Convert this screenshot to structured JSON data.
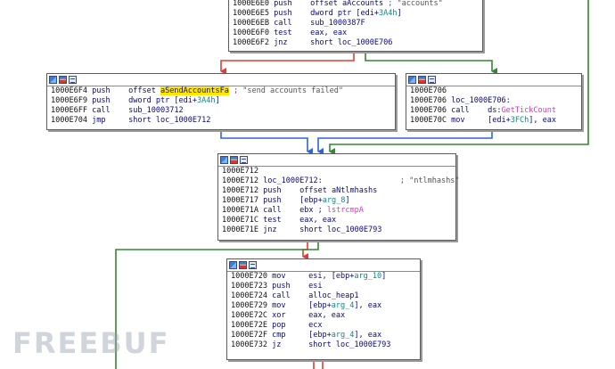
{
  "colors": {
    "edge_false": "#e53935",
    "edge_true": "#2e8b2e",
    "edge_flow": "#2f63d8",
    "edge_back": "#2e8b2e",
    "mnemonic": "#0a0a80",
    "number": "#0a8a8a",
    "api": "#e030c8",
    "highlight": "#ffe800"
  },
  "watermark": "FREEBUF",
  "blocks": [
    {
      "id": "top",
      "has_toolbar": false,
      "lines": [
        {
          "addr": "1000E6E0",
          "mn": "push",
          "op": [
            {
              "t": "offset aAccounts"
            }
          ],
          "cm": " ; \"accounts\""
        },
        {
          "addr": "1000E6E5",
          "mn": "push",
          "op": [
            {
              "t": "dword ptr [edi+"
            },
            {
              "t": "3A4h",
              "c": "num"
            },
            {
              "t": "]"
            }
          ]
        },
        {
          "addr": "1000E6EB",
          "mn": "call",
          "op": [
            {
              "t": "sub_1000387F"
            }
          ]
        },
        {
          "addr": "1000E6F0",
          "mn": "test",
          "op": [
            {
              "t": "eax, eax"
            }
          ]
        },
        {
          "addr": "1000E6F2",
          "mn": "jnz",
          "op": [
            {
              "t": "short loc_1000E706"
            }
          ]
        }
      ]
    },
    {
      "id": "fail",
      "has_toolbar": true,
      "lines": [
        {
          "addr": "1000E6F4",
          "mn": "push",
          "op": [
            {
              "t": "offset "
            },
            {
              "t": "aSendAccountsFa",
              "c": "hl"
            }
          ],
          "cm": " ; \"send accounts failed\""
        },
        {
          "addr": "1000E6F9",
          "mn": "push",
          "op": [
            {
              "t": "dword ptr [edi+"
            },
            {
              "t": "3A4h",
              "c": "num"
            },
            {
              "t": "]"
            }
          ]
        },
        {
          "addr": "1000E6FF",
          "mn": "call",
          "op": [
            {
              "t": "sub_10003712"
            }
          ]
        },
        {
          "addr": "1000E704",
          "mn": "jmp",
          "op": [
            {
              "t": "short loc_1000E712"
            }
          ]
        }
      ]
    },
    {
      "id": "tick",
      "has_toolbar": true,
      "lines": [
        {
          "addr": "1000E706",
          "mn": "",
          "op": []
        },
        {
          "addr": "1000E706",
          "mn": "",
          "op": [
            {
              "t": "loc_1000E706:"
            }
          ],
          "raw": true
        },
        {
          "addr": "1000E706",
          "mn": "call",
          "op": [
            {
              "t": "ds:"
            },
            {
              "t": "GetTickCount",
              "c": "fn"
            }
          ]
        },
        {
          "addr": "1000E70C",
          "mn": "mov",
          "op": [
            {
              "t": "[edi+"
            },
            {
              "t": "3FCh",
              "c": "num"
            },
            {
              "t": "], eax"
            }
          ]
        }
      ]
    },
    {
      "id": "ntlm",
      "has_toolbar": true,
      "lines": [
        {
          "addr": "1000E712",
          "mn": "",
          "op": []
        },
        {
          "addr": "1000E712",
          "mn": "",
          "op": [
            {
              "t": "loc_1000E712:"
            }
          ],
          "raw": true,
          "cm": "                 ; \"ntlmhashs\""
        },
        {
          "addr": "1000E712",
          "mn": "push",
          "op": [
            {
              "t": "offset aNtlmhashs"
            }
          ]
        },
        {
          "addr": "1000E717",
          "mn": "push",
          "op": [
            {
              "t": "[ebp+"
            },
            {
              "t": "arg_8",
              "c": "num"
            },
            {
              "t": "]"
            }
          ]
        },
        {
          "addr": "1000E71A",
          "mn": "call",
          "op": [
            {
              "t": "ebx ; "
            },
            {
              "t": "lstrcmpA",
              "c": "fn"
            }
          ]
        },
        {
          "addr": "1000E71C",
          "mn": "test",
          "op": [
            {
              "t": "eax, eax"
            }
          ]
        },
        {
          "addr": "1000E71E",
          "mn": "jnz",
          "op": [
            {
              "t": "short loc_1000E793"
            }
          ]
        }
      ]
    },
    {
      "id": "heap",
      "has_toolbar": true,
      "lines": [
        {
          "addr": "1000E720",
          "mn": "mov",
          "op": [
            {
              "t": "esi, [ebp+"
            },
            {
              "t": "arg_10",
              "c": "num"
            },
            {
              "t": "]"
            }
          ]
        },
        {
          "addr": "1000E723",
          "mn": "push",
          "op": [
            {
              "t": "esi"
            }
          ]
        },
        {
          "addr": "1000E724",
          "mn": "call",
          "op": [
            {
              "t": "alloc_heap1"
            }
          ]
        },
        {
          "addr": "1000E729",
          "mn": "mov",
          "op": [
            {
              "t": "[ebp+"
            },
            {
              "t": "arg_4",
              "c": "num"
            },
            {
              "t": "], eax"
            }
          ]
        },
        {
          "addr": "1000E72C",
          "mn": "xor",
          "op": [
            {
              "t": "eax, eax"
            }
          ]
        },
        {
          "addr": "1000E72E",
          "mn": "pop",
          "op": [
            {
              "t": "ecx"
            }
          ]
        },
        {
          "addr": "1000E72F",
          "mn": "cmp",
          "op": [
            {
              "t": "[ebp+"
            },
            {
              "t": "arg_4",
              "c": "num"
            },
            {
              "t": "], eax"
            }
          ]
        },
        {
          "addr": "1000E732",
          "mn": "jz",
          "op": [
            {
              "t": "short loc_1000E793"
            }
          ]
        }
      ]
    }
  ]
}
